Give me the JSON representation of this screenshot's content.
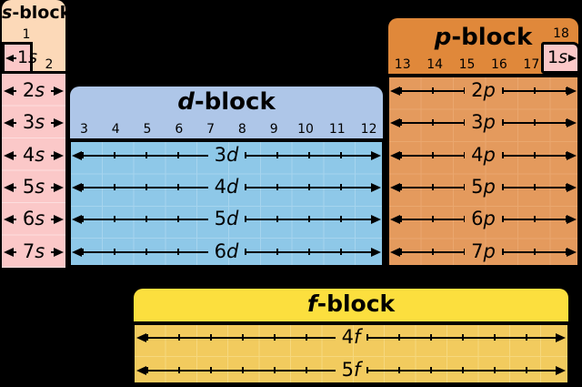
{
  "s_block": {
    "title": {
      "italic": "s",
      "rest": "-block"
    },
    "group_labels": [
      "1",
      "2"
    ],
    "cell_1s": {
      "num": "1",
      "letter": "s"
    },
    "rows": [
      {
        "num": "2",
        "letter": "s"
      },
      {
        "num": "3",
        "letter": "s"
      },
      {
        "num": "4",
        "letter": "s"
      },
      {
        "num": "5",
        "letter": "s"
      },
      {
        "num": "6",
        "letter": "s"
      },
      {
        "num": "7",
        "letter": "s"
      }
    ]
  },
  "d_block": {
    "title": {
      "italic": "d",
      "rest": "-block"
    },
    "group_labels": [
      "3",
      "4",
      "5",
      "6",
      "7",
      "8",
      "9",
      "10",
      "11",
      "12"
    ],
    "rows": [
      {
        "num": "3",
        "letter": "d"
      },
      {
        "num": "4",
        "letter": "d"
      },
      {
        "num": "5",
        "letter": "d"
      },
      {
        "num": "6",
        "letter": "d"
      }
    ]
  },
  "p_block": {
    "title": {
      "italic": "p",
      "rest": "-block"
    },
    "group_labels": [
      "13",
      "14",
      "15",
      "16",
      "17"
    ],
    "group_label_18": "18",
    "cell_1s": {
      "num": "1",
      "letter": "s"
    },
    "rows": [
      {
        "num": "2",
        "letter": "p"
      },
      {
        "num": "3",
        "letter": "p"
      },
      {
        "num": "4",
        "letter": "p"
      },
      {
        "num": "5",
        "letter": "p"
      },
      {
        "num": "6",
        "letter": "p"
      },
      {
        "num": "7",
        "letter": "p"
      }
    ]
  },
  "f_block": {
    "title": {
      "italic": "f",
      "rest": "-block"
    },
    "rows": [
      {
        "num": "4",
        "letter": "f"
      },
      {
        "num": "5",
        "letter": "f"
      }
    ]
  },
  "colors": {
    "background": "#000000",
    "s_header": "#fcd9b8",
    "s_body": "#fbc8c8",
    "d_header": "#aec6e8",
    "d_body": "#8ec8e8",
    "p_header": "#e0883a",
    "p_body": "#e49a5d",
    "f_header": "#fcdf3e",
    "f_body": "#f2cb5e",
    "line": "#000000"
  }
}
